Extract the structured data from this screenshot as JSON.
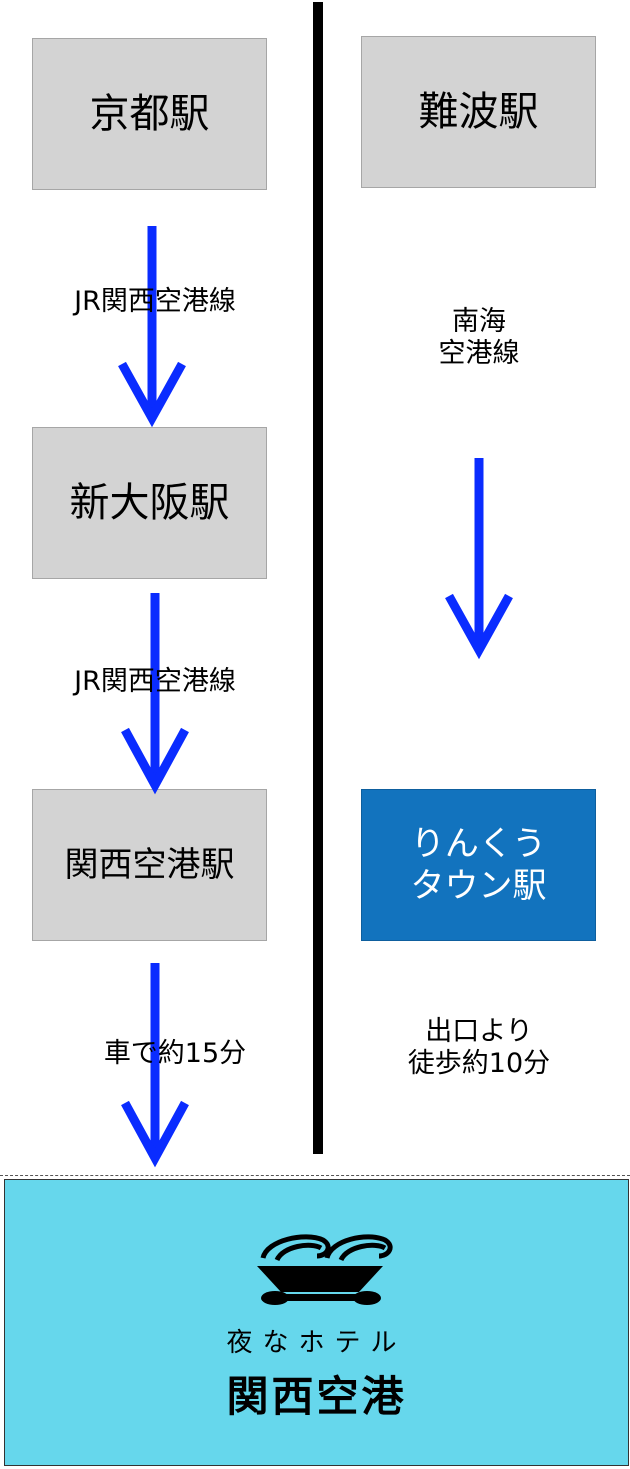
{
  "stations": {
    "kyoto": "京都駅",
    "shin_osaka": "新大阪駅",
    "kansai_airport": "関西空港駅",
    "namba": "難波駅",
    "rinku_line1": "りんくう",
    "rinku_line2": "タウン駅"
  },
  "routes": {
    "jr_line_1": "JR関西空港線",
    "jr_line_2": "JR関西空港線",
    "car": "車で約15分",
    "nankai_line1": "南海",
    "nankai_line2": "空港線",
    "walk_line1": "出口より",
    "walk_line2": "徒歩約10分"
  },
  "hotel": {
    "subtitle": "夜なホテル",
    "name": "関西空港"
  },
  "colors": {
    "arrow": "#0a2cff",
    "station_gray": "#d3d3d3",
    "rinku_blue": "#1273be",
    "hotel_cyan": "#66d7ec"
  }
}
